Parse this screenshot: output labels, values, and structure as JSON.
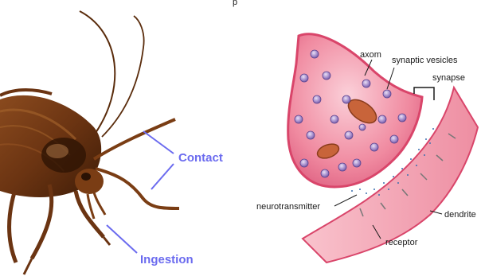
{
  "header": {
    "fragment": "p"
  },
  "insect": {
    "contact_label": "Contact",
    "ingestion_label": "Ingestion",
    "label_color": "#6b6bef"
  },
  "synapse": {
    "labels": {
      "axon": "axom",
      "vesicles": "synaptic vesicles",
      "synapse": "synapse",
      "neurotransmitter": "neurotransmitter",
      "dendrite": "dendrite",
      "receptor": "receptor"
    },
    "colors": {
      "terminal": "#f08aa0",
      "membrane": "#d9456a",
      "vesicle": "#9b7fc4",
      "mitochondria": "#c8643a",
      "dendrite": "#f5a9b8"
    }
  }
}
